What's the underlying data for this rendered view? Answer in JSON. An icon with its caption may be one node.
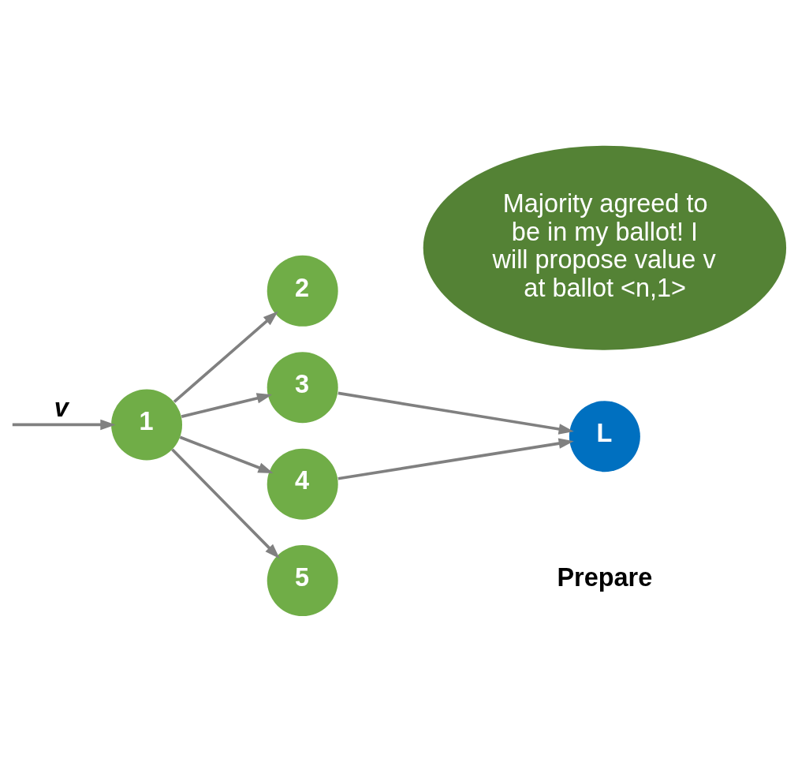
{
  "diagram": {
    "nodes": [
      {
        "text": [
          "1"
        ]
      },
      {
        "text": [
          "2"
        ]
      },
      {
        "text": [
          "3"
        ]
      },
      {
        "text": [
          "4"
        ]
      },
      {
        "text": [
          "5"
        ]
      },
      {
        "text": [
          "L"
        ]
      },
      {
        "text": [
          "Majority agreed to be in my ballot! I will propose value v at ballot <n,1>"
        ]
      }
    ],
    "edges": [
      {
        "from": null,
        "to": 0,
        "arrow": "to",
        "label": "v"
      },
      {
        "from": 0,
        "to": 1,
        "arrow": "to"
      },
      {
        "from": 0,
        "to": 2,
        "arrow": "to"
      },
      {
        "from": 0,
        "to": 3,
        "arrow": "to"
      },
      {
        "from": 0,
        "to": 4,
        "arrow": "to"
      },
      {
        "from": 2,
        "to": 5,
        "arrow": "to"
      },
      {
        "from": 3,
        "to": 5,
        "arrow": "to"
      }
    ],
    "labels": [
      "Prepare"
    ]
  }
}
